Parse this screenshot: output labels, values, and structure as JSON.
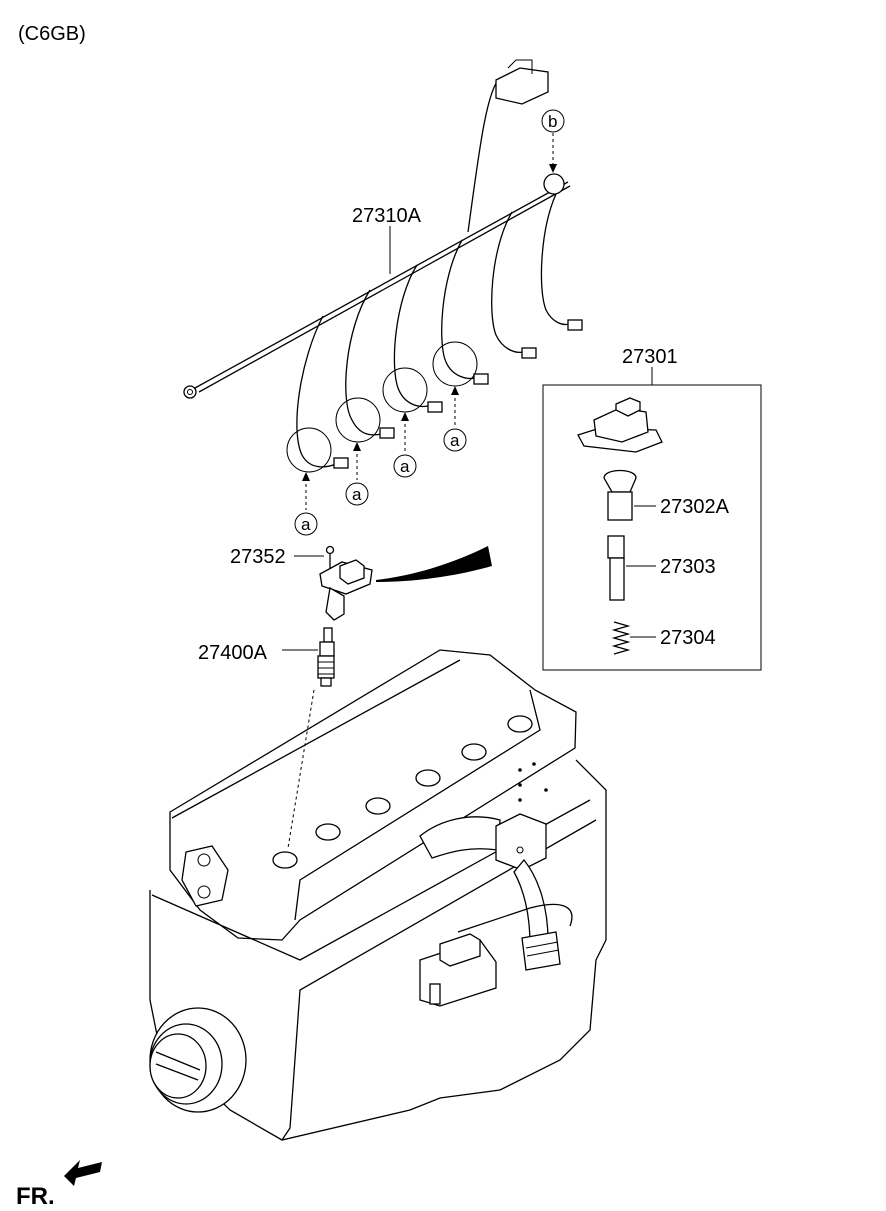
{
  "engine_code": "(C6GB)",
  "direction_label": "FR.",
  "parts": {
    "harness": "27310A",
    "coil_kit": "27301",
    "boot": "27302A",
    "rod": "27303",
    "spring": "27304",
    "bolt": "27352",
    "spark_plug": "27400A"
  },
  "refs": {
    "a1": "a",
    "a2": "a",
    "a3": "a",
    "a4": "a",
    "b": "b"
  }
}
